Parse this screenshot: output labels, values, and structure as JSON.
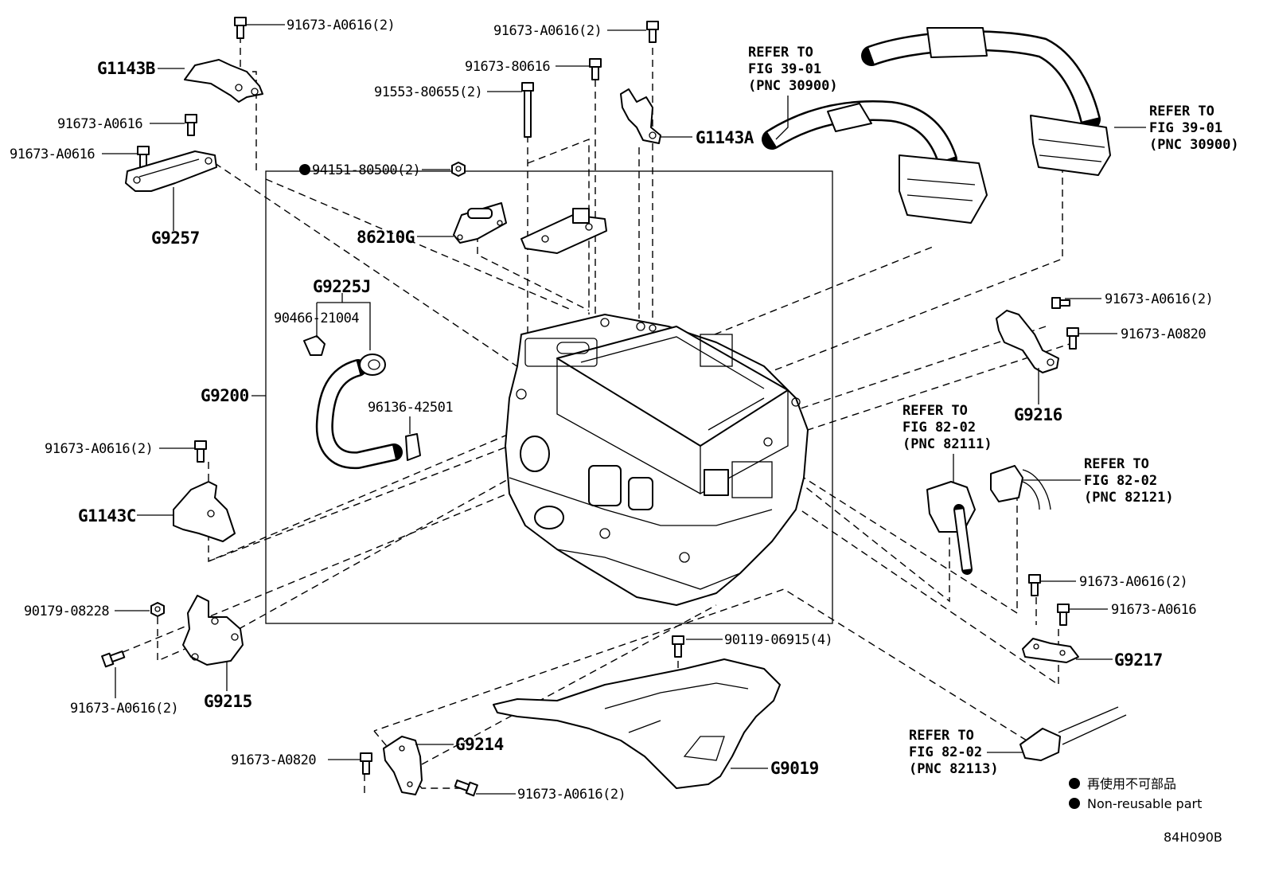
{
  "labels": {
    "l_91673_A0616_2_top": "91673-A0616(2)",
    "l_G1143B": "G1143B",
    "l_91673_A0616_a": "91673-A0616",
    "l_91673_A0616_b": "91673-A0616",
    "l_G9257": "G9257",
    "l_91673_A0616_2_mid": "91673-A0616(2)",
    "l_91673_80616": "91673-80616",
    "l_91553_80655": "91553-80655(2)",
    "l_G1143A": "G1143A",
    "l_94151": "94151-80500(2)",
    "l_86210G": "86210G",
    "l_G9225J": "G9225J",
    "l_90466": "90466-21004",
    "l_G9200": "G9200",
    "l_96136": "96136-42501",
    "l_91673_A0616_2_left": "91673-A0616(2)",
    "l_G1143C": "G1143C",
    "l_90179": "90179-08228",
    "l_91673_A0616_2_lb": "91673-A0616(2)",
    "l_G9215": "G9215",
    "l_90119": "90119-06915(4)",
    "l_91673_A0820_bot": "91673-A0820",
    "l_G9214": "G9214",
    "l_91673_A0616_2_bot": "91673-A0616(2)",
    "l_G9019": "G9019",
    "l_91673_A0616_2_right": "91673-A0616(2)",
    "l_91673_A0820_right": "91673-A0820",
    "l_G9216": "G9216",
    "l_91673_A0616_2_r2": "91673-A0616(2)",
    "l_91673_A0616_r": "91673-A0616",
    "l_G9217": "G9217"
  },
  "refs": {
    "ref_39_a": [
      "REFER TO",
      "FIG 39-01",
      "(PNC 30900)"
    ],
    "ref_39_b": [
      "REFER TO",
      "FIG 39-01",
      "(PNC 30900)"
    ],
    "ref_82111": [
      "REFER TO",
      "FIG 82-02",
      "(PNC 82111)"
    ],
    "ref_82121": [
      "REFER TO",
      "FIG 82-02",
      "(PNC 82121)"
    ],
    "ref_82113": [
      "REFER TO",
      "FIG 82-02",
      "(PNC 82113)"
    ]
  },
  "legend": {
    "jp": "再使用不可部品",
    "en": "Non-reusable part"
  },
  "figure_code": "84H090B",
  "colors": {
    "ink": "#000000",
    "paper": "#ffffff"
  }
}
